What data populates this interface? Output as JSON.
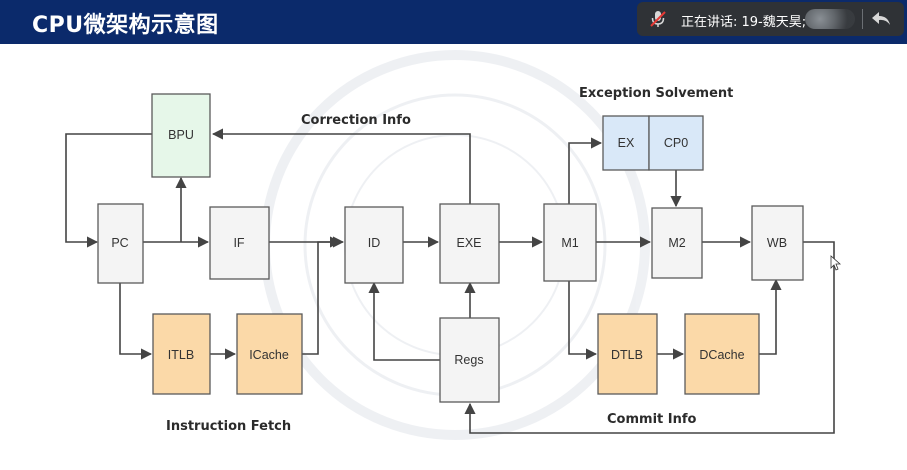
{
  "slide": {
    "title": "CPU微架构示意图"
  },
  "meeting": {
    "speaking_text": "正在讲话: 19-魏天昊;",
    "mic_icon": "muted-microphone-icon",
    "reply_icon": "reply-arrow-icon"
  },
  "colors": {
    "header": "#0b2a6b",
    "bpu": "#e6f7e9",
    "exception": "#d9e8f8",
    "memory_units": "#fbd9a8",
    "stage": "#f4f4f4"
  },
  "diagram": {
    "boxes": {
      "bpu": "BPU",
      "pc": "PC",
      "if": "IF",
      "id": "ID",
      "exe": "EXE",
      "m1": "M1",
      "m2": "M2",
      "wb": "WB",
      "ex": "EX",
      "cp0": "CP0",
      "itlb": "ITLB",
      "icache": "ICache",
      "regs": "Regs",
      "dtlb": "DTLB",
      "dcache": "DCache"
    },
    "labels": {
      "correction_info": "Correction Info",
      "exception_solvement": "Exception Solvement",
      "instruction_fetch": "Instruction Fetch",
      "commit_info": "Commit Info"
    }
  }
}
